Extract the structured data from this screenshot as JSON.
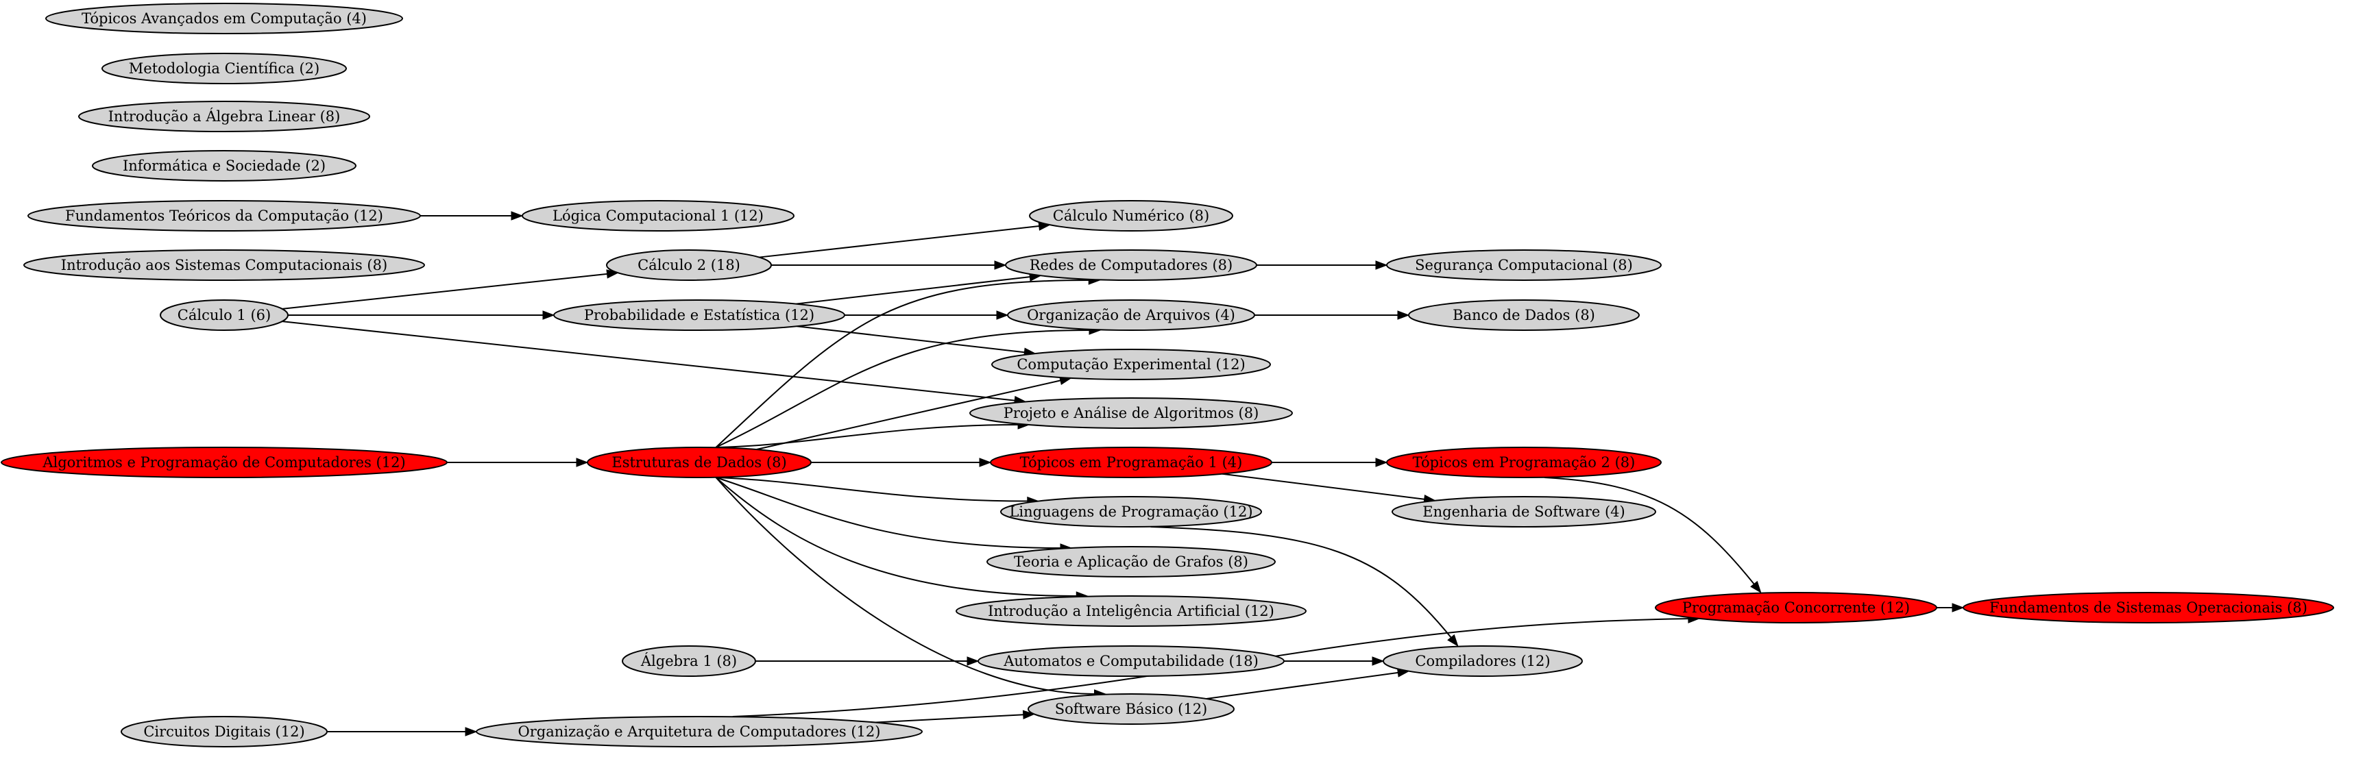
{
  "colors": {
    "default_fill": "#d3d3d3",
    "highlight_fill": "#ff0000",
    "stroke": "#000000",
    "text": "#000000"
  },
  "nodes": [
    {
      "id": "tac",
      "label": "Tópicos Avançados em Computação (4)",
      "highlight": false
    },
    {
      "id": "mc",
      "label": "Metodologia Científica (2)",
      "highlight": false
    },
    {
      "id": "ial",
      "label": "Introdução a Álgebra Linear (8)",
      "highlight": false
    },
    {
      "id": "is",
      "label": "Informática e Sociedade (2)",
      "highlight": false
    },
    {
      "id": "ftc",
      "label": "Fundamentos Teóricos da Computação (12)",
      "highlight": false
    },
    {
      "id": "lc1",
      "label": "Lógica Computacional 1 (12)",
      "highlight": false
    },
    {
      "id": "isc",
      "label": "Introdução aos Sistemas Computacionais (8)",
      "highlight": false
    },
    {
      "id": "c1",
      "label": "Cálculo 1 (6)",
      "highlight": false
    },
    {
      "id": "c2",
      "label": "Cálculo 2 (18)",
      "highlight": false
    },
    {
      "id": "pe",
      "label": "Probabilidade e Estatística (12)",
      "highlight": false
    },
    {
      "id": "cn",
      "label": "Cálculo Numérico (8)",
      "highlight": false
    },
    {
      "id": "rc",
      "label": "Redes de Computadores (8)",
      "highlight": false
    },
    {
      "id": "oa",
      "label": "Organização de Arquivos (4)",
      "highlight": false
    },
    {
      "id": "ce",
      "label": "Computação Experimental (12)",
      "highlight": false
    },
    {
      "id": "paa",
      "label": "Projeto e Análise de Algoritmos (8)",
      "highlight": false
    },
    {
      "id": "sc",
      "label": "Segurança Computacional (8)",
      "highlight": false
    },
    {
      "id": "bd",
      "label": "Banco de Dados (8)",
      "highlight": false
    },
    {
      "id": "apc",
      "label": "Algoritmos e Programação de Computadores (12)",
      "highlight": true
    },
    {
      "id": "ed",
      "label": "Estruturas de Dados (8)",
      "highlight": true
    },
    {
      "id": "tp1",
      "label": "Tópicos em Programação 1 (4)",
      "highlight": true
    },
    {
      "id": "tp2",
      "label": "Tópicos em Programação 2 (8)",
      "highlight": true
    },
    {
      "id": "lp",
      "label": "Linguagens de Programação (12)",
      "highlight": false
    },
    {
      "id": "es",
      "label": "Engenharia de Software (4)",
      "highlight": false
    },
    {
      "id": "tag",
      "label": "Teoria e Aplicação de Grafos (8)",
      "highlight": false
    },
    {
      "id": "iia",
      "label": "Introdução a Inteligência Artificial (12)",
      "highlight": false
    },
    {
      "id": "pc",
      "label": "Programação Concorrente (12)",
      "highlight": true
    },
    {
      "id": "fso",
      "label": "Fundamentos de Sistemas Operacionais (8)",
      "highlight": true
    },
    {
      "id": "a1",
      "label": "Álgebra 1 (8)",
      "highlight": false
    },
    {
      "id": "ac",
      "label": "Automatos e Computabilidade (18)",
      "highlight": false
    },
    {
      "id": "comp",
      "label": "Compiladores (12)",
      "highlight": false
    },
    {
      "id": "sb",
      "label": "Software Básico (12)",
      "highlight": false
    },
    {
      "id": "cd",
      "label": "Circuitos Digitais (12)",
      "highlight": false
    },
    {
      "id": "oac",
      "label": "Organização e Arquitetura de Computadores (12)",
      "highlight": false
    }
  ],
  "edges": [
    {
      "from": "ftc",
      "to": "lc1"
    },
    {
      "from": "c1",
      "to": "c2"
    },
    {
      "from": "c1",
      "to": "pe"
    },
    {
      "from": "c1",
      "to": "paa"
    },
    {
      "from": "c2",
      "to": "cn"
    },
    {
      "from": "c2",
      "to": "rc"
    },
    {
      "from": "pe",
      "to": "rc"
    },
    {
      "from": "pe",
      "to": "oa"
    },
    {
      "from": "pe",
      "to": "ce"
    },
    {
      "from": "rc",
      "to": "sc"
    },
    {
      "from": "oa",
      "to": "bd"
    },
    {
      "from": "apc",
      "to": "ed"
    },
    {
      "from": "ed",
      "to": "rc"
    },
    {
      "from": "ed",
      "to": "oa"
    },
    {
      "from": "ed",
      "to": "ce"
    },
    {
      "from": "ed",
      "to": "paa"
    },
    {
      "from": "ed",
      "to": "tp1"
    },
    {
      "from": "ed",
      "to": "lp"
    },
    {
      "from": "ed",
      "to": "tag"
    },
    {
      "from": "ed",
      "to": "iia"
    },
    {
      "from": "ed",
      "to": "sb"
    },
    {
      "from": "tp1",
      "to": "tp2"
    },
    {
      "from": "tp1",
      "to": "es"
    },
    {
      "from": "tp2",
      "to": "pc"
    },
    {
      "from": "pc",
      "to": "fso"
    },
    {
      "from": "lp",
      "to": "comp"
    },
    {
      "from": "a1",
      "to": "ac"
    },
    {
      "from": "ac",
      "to": "comp"
    },
    {
      "from": "sb",
      "to": "comp"
    },
    {
      "from": "cd",
      "to": "oac"
    },
    {
      "from": "oac",
      "to": "sb"
    },
    {
      "from": "oac",
      "to": "pc"
    }
  ]
}
